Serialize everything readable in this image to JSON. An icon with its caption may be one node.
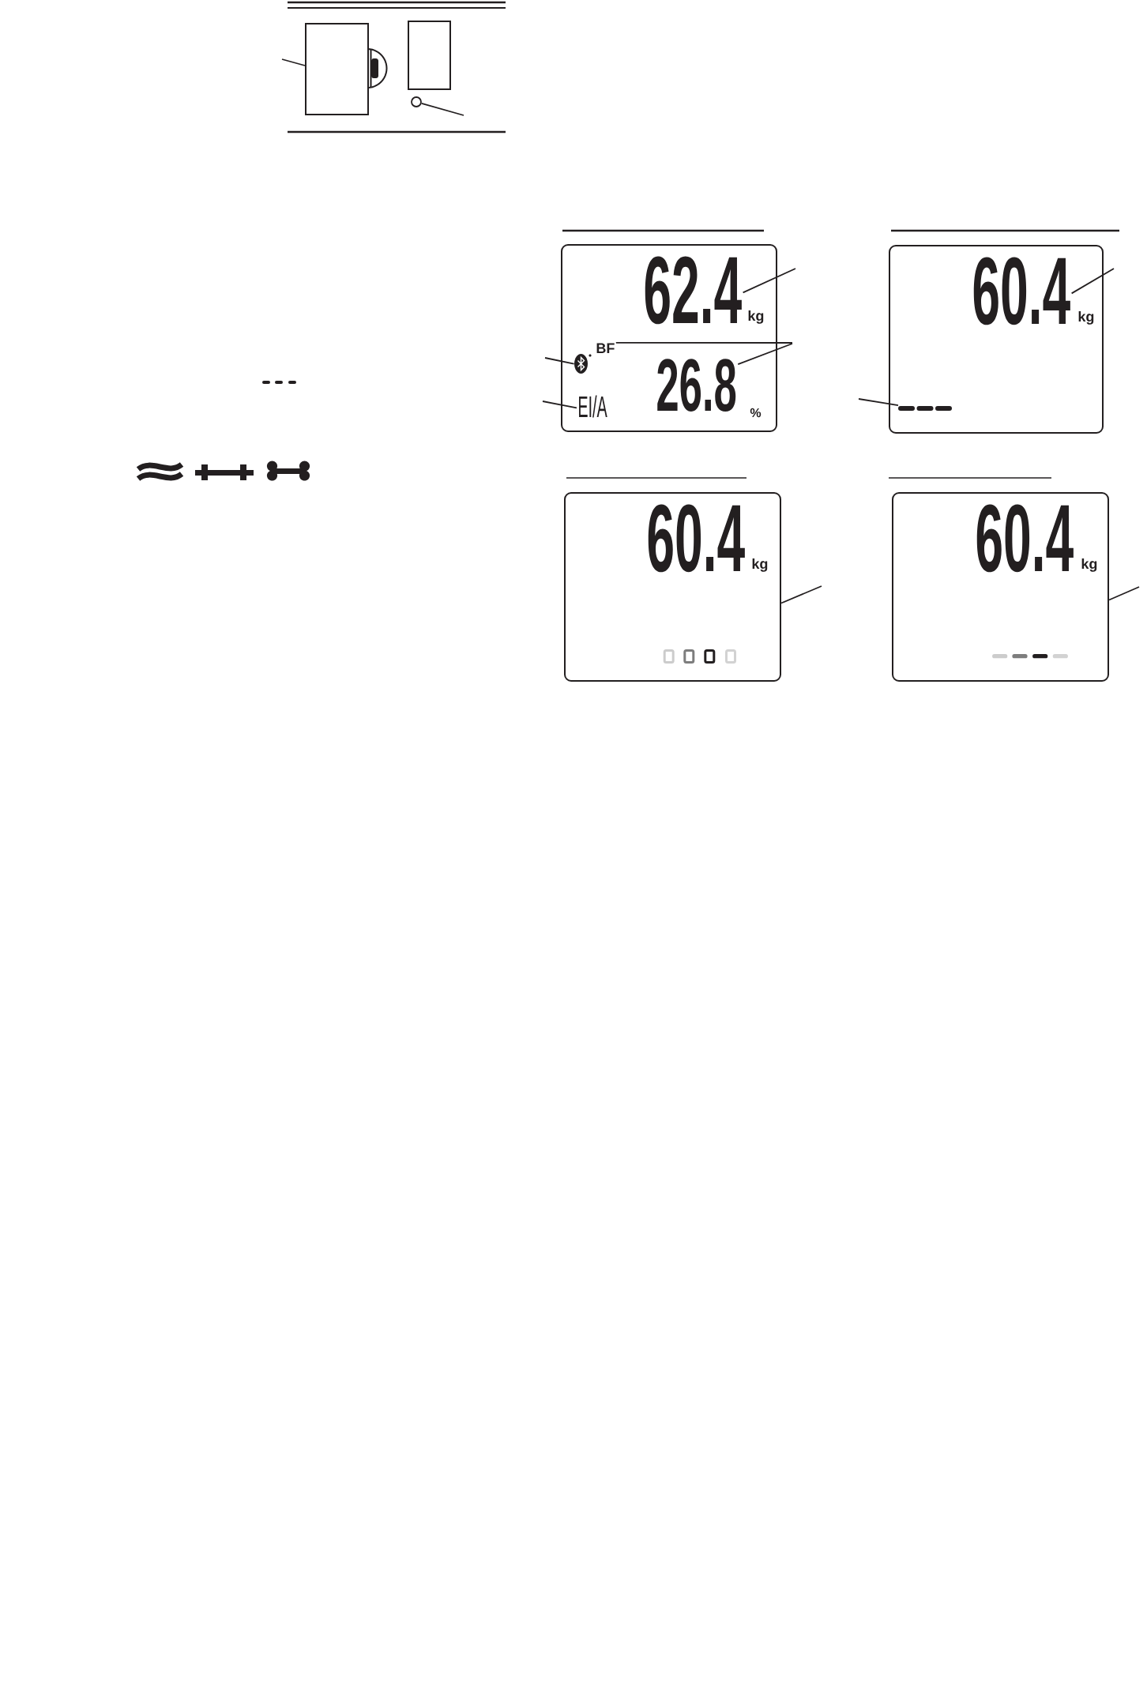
{
  "diagram": {
    "nodes": [
      {
        "text": [],
        "shape": "box"
      },
      {
        "text": [],
        "shape": "circle"
      },
      {
        "text": [
          "kg",
          "%"
        ]
      },
      {
        "text": [
          "62.4"
        ],
        "in": 2
      },
      {
        "text": [
          "BF"
        ],
        "in": 2
      },
      {
        "text": [],
        "shape": "picture",
        "in": 2
      },
      {
        "text": [
          "26.8"
        ],
        "in": 2
      },
      {
        "text": [
          "EI/A"
        ],
        "in": 2
      },
      {
        "text": [
          "kg"
        ]
      },
      {
        "text": [
          "60.4"
        ],
        "in": 8
      },
      {
        "text": [],
        "shape": "picture",
        "in": 8
      },
      {
        "text": [
          "60.4",
          "kg"
        ]
      },
      {
        "text": [
          "60.4",
          "kg"
        ]
      }
    ],
    "edges": [
      {
        "from": null,
        "to": 0,
        "arrow": "none"
      },
      {
        "from": null,
        "to": 1,
        "arrow": "none"
      },
      {
        "from": null,
        "to": 3,
        "arrow": "none"
      },
      {
        "from": null,
        "to": 4,
        "arrow": "none"
      },
      {
        "from": null,
        "to": 6,
        "arrow": "none"
      },
      {
        "from": null,
        "to": 5,
        "arrow": "none"
      },
      {
        "from": null,
        "to": 7,
        "arrow": "none"
      },
      {
        "from": null,
        "to": 9,
        "arrow": "none"
      },
      {
        "from": null,
        "to": 10,
        "arrow": "none"
      },
      {
        "from": null,
        "to": 11,
        "arrow": "none"
      },
      {
        "from": null,
        "to": 12,
        "arrow": "none"
      }
    ]
  }
}
